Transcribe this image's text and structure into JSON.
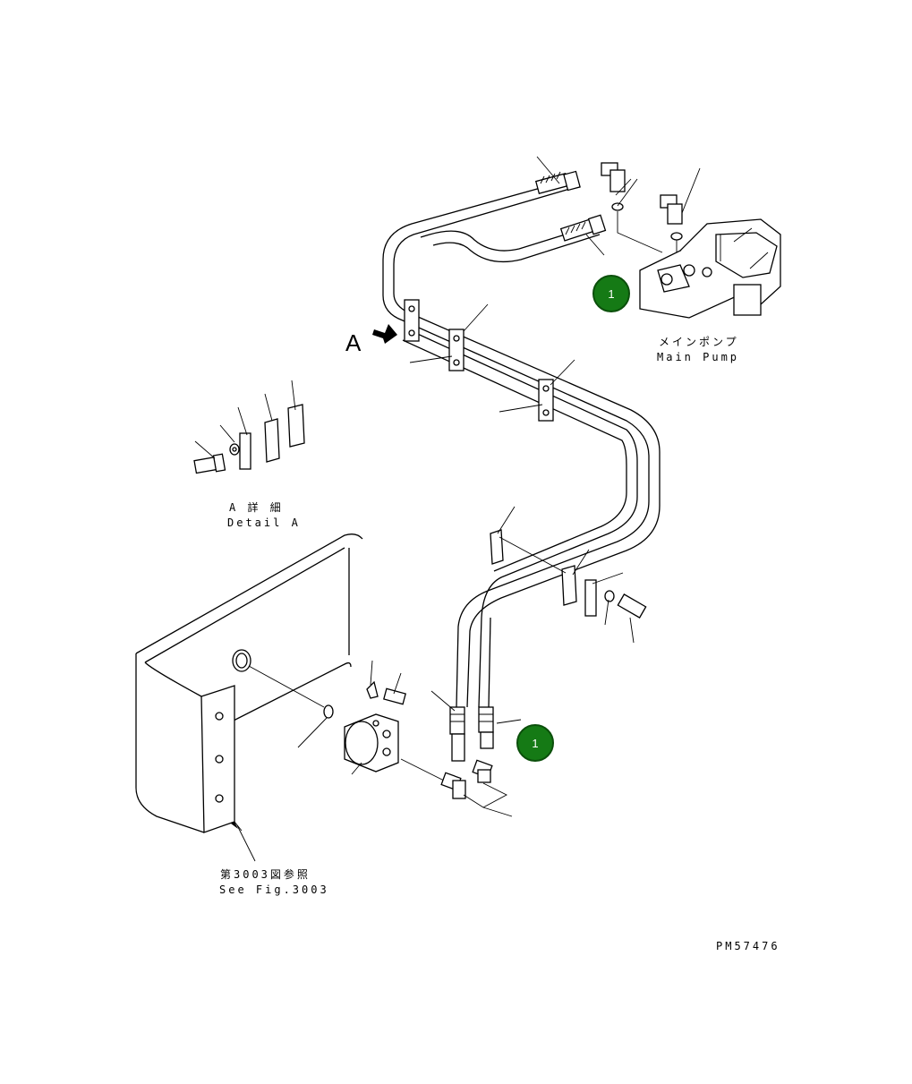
{
  "labels": {
    "view_marker": "A",
    "detail_jp": "A 詳 細",
    "detail_en": "Detail A",
    "main_pump_jp": "メインポンプ",
    "main_pump_en": "Main Pump",
    "see_fig_jp": "第3003図参照",
    "see_fig_en": "See Fig.3003",
    "drawing_number": "PM57476"
  },
  "callouts": [
    {
      "id": "callout-upper",
      "number": "1"
    },
    {
      "id": "callout-lower",
      "number": "1"
    }
  ],
  "colors": {
    "callout_fill": "#157a15",
    "line": "#000000"
  }
}
